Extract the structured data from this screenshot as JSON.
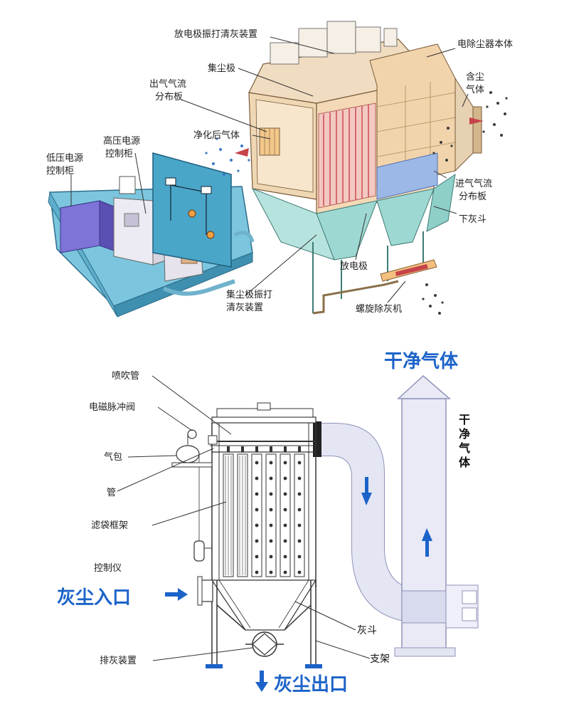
{
  "top_diagram": {
    "labels": {
      "discharge_rapper": "放电极振打清灰装置",
      "collector_plate": "集尘极",
      "precipitator_body": "电除尘器本体",
      "outlet_distribution_1": "出气气流",
      "outlet_distribution_2": "分布板",
      "dusty_gas_1": "含尘",
      "dusty_gas_2": "气体",
      "clean_gas": "净化后气体",
      "hv_cabinet_1": "高压电源",
      "hv_cabinet_2": "控制柜",
      "lv_cabinet_1": "低压电源",
      "lv_cabinet_2": "控制柜",
      "inlet_distribution_1": "进气气流",
      "inlet_distribution_2": "分布板",
      "ash_hopper": "下灰斗",
      "discharge_electrode": "放电极",
      "collector_rapper_1": "集尘极振打",
      "collector_rapper_2": "清灰装置",
      "screw_conveyor": "螺旋除灰机"
    }
  },
  "bottom_diagram": {
    "labels": {
      "blow_pipe": "喷吹管",
      "solenoid_valve": "电磁脉冲阀",
      "air_tank": "气包",
      "pipe": "管",
      "bag_frame": "滤袋框架",
      "controller": "控制仪",
      "dust_inlet": "灰尘入口",
      "ash_hopper": "灰斗",
      "discharge_device": "排灰装置",
      "support": "支架",
      "dust_outlet": "灰尘出口",
      "clean_gas": "干净气体",
      "clean_gas_vertical": [
        "干",
        "净",
        "气",
        "体"
      ]
    }
  },
  "colors": {
    "blue_text": "#1c63c9",
    "body_tan": "#f3d9b5",
    "panel_blue": "#4aa6c9",
    "hopper_teal": "#9ed8d2",
    "duct_light": "#e4e6f4"
  }
}
